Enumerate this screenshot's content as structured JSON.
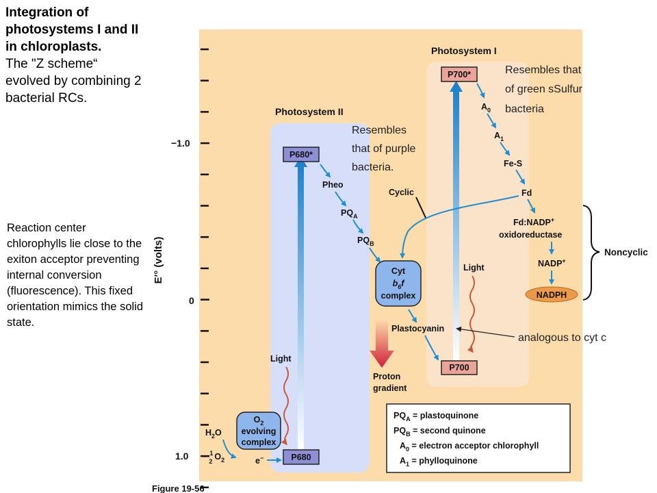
{
  "heading": {
    "bold": "Integration of photosystems I and II in chloroplasts.",
    "normal": "The \"Z scheme“ evolved by combining 2 bacterial RCs."
  },
  "side_note": "Reaction center chlorophylls lie close to the exiton acceptor preventing internal conversion (fluorescence). This fixed orientation mimics the solid state.",
  "axis": {
    "label": "E′° (volts)",
    "ticks": [
      "−1.0",
      "0",
      "1.0"
    ]
  },
  "photosystem2": {
    "title": "Photosystem II",
    "p680_star": "P680*",
    "p680": "P680",
    "pheo": "Pheo",
    "pqa": "PQ",
    "pqa_sub": "A",
    "pqb": "PQ",
    "pqb_sub": "B",
    "light": "Light",
    "o2_line1": "O",
    "o2_sub": "2",
    "o2_line2": "evolving",
    "o2_line3": "complex",
    "h2o": "H",
    "h2o_sub": "2",
    "h2o_end": "O",
    "half": "1",
    "half_den": "2",
    "o2_out": "O",
    "o2_out_sub": "2",
    "electron": "e",
    "electron_sup": "−"
  },
  "photosystem1": {
    "title": "Photosystem I",
    "p700_star": "P700*",
    "p700": "P700",
    "a0": "A",
    "a0_sub": "0",
    "a1": "A",
    "a1_sub": "1",
    "fes": "Fe-S",
    "fd": "Fd",
    "fnr1": "Fd:NADP",
    "fnr1_sup": "+",
    "fnr2": "oxidoreductase",
    "nadp": "NADP",
    "nadp_sup": "+",
    "nadph": "NADPH",
    "light": "Light"
  },
  "middle": {
    "cyt1": "Cyt",
    "cyt2": "b",
    "cyt2_sub": "6",
    "cyt2_end": "f",
    "cyt3": "complex",
    "plastocyanin": "Plastocyanin",
    "proton1": "Proton",
    "proton2": "gradient",
    "cyclic": "Cyclic",
    "noncyclic": "Noncyclic"
  },
  "annotations": {
    "purple1": "Resembles",
    "purple2": "that of purple",
    "purple3": "bacteria.",
    "green1": "Resembles that",
    "green2": "of green sSulfur",
    "green3": "bacteria",
    "cytc": "analogous to cyt c"
  },
  "legend": [
    {
      "term": "PQ",
      "sub": "A",
      "def": " = plastoquinone"
    },
    {
      "term": "PQ",
      "sub": "B",
      "def": " = second quinone"
    },
    {
      "term": "A",
      "sub": "0",
      "def": " = electron acceptor chlorophyll"
    },
    {
      "term": "A",
      "sub": "1",
      "def": " = phylloquinone"
    }
  ],
  "figure_label": "Figure 19-56",
  "colors": {
    "panel": "#fbdcaa",
    "ps2_box": "#d7defa",
    "ps1_box": "#fbe3ca",
    "arrow_blue": "#1e8ed2",
    "node_fill": "#eaa49a",
    "node_purple": "#8f8fd8",
    "nadph_fill": "#ec9a48",
    "proton_red": "#d0203a"
  }
}
